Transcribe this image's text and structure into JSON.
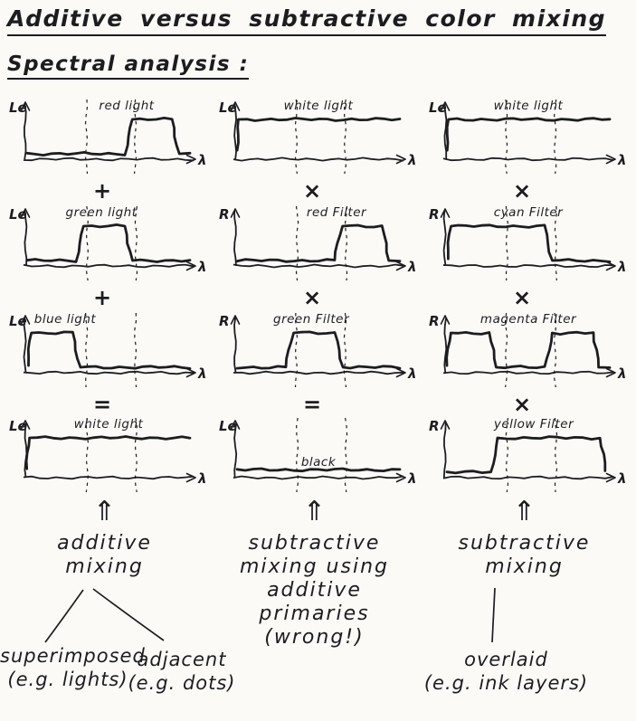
{
  "title": "Additive versus subtractive color mixing",
  "subtitle": "Spectral analysis :",
  "lambda_symbol": "λ",
  "arrow_symbol": "⇑",
  "ink_color": "#1d1d1f",
  "columns": [
    {
      "name": "additive mixing",
      "plots": [
        {
          "axis_label": "Le",
          "curve_label": "red light",
          "wave": "band-right"
        },
        {
          "axis_label": "Le",
          "curve_label": "green light",
          "wave": "band-middle"
        },
        {
          "axis_label": "Le",
          "curve_label": "blue light",
          "wave": "band-left"
        },
        {
          "axis_label": "Le",
          "curve_label": "white light",
          "wave": "flat-high"
        }
      ],
      "operators": [
        "+",
        "+",
        "="
      ],
      "caption_lines": [
        "additive",
        "mixing"
      ],
      "footnotes": [
        {
          "lines": [
            "superimposed",
            "(e.g. lights)"
          ]
        },
        {
          "lines": [
            "adjacent",
            "(e.g. dots)"
          ]
        }
      ]
    },
    {
      "name": "subtractive mixing using additive primaries",
      "plots": [
        {
          "axis_label": "Le",
          "curve_label": "white light",
          "wave": "flat-high"
        },
        {
          "axis_label": "R",
          "curve_label": "red Filter",
          "wave": "band-right"
        },
        {
          "axis_label": "R",
          "curve_label": "green Filter",
          "wave": "band-middle"
        },
        {
          "axis_label": "Le",
          "curve_label": "black",
          "wave": "flat-low"
        }
      ],
      "operators": [
        "×",
        "×",
        "="
      ],
      "caption_lines": [
        "subtractive",
        "mixing using",
        "additive primaries",
        "(wrong!)"
      ],
      "footnotes": []
    },
    {
      "name": "subtractive mixing",
      "plots": [
        {
          "axis_label": "Le",
          "curve_label": "white light",
          "wave": "flat-high"
        },
        {
          "axis_label": "R",
          "curve_label": "cyan Filter",
          "wave": "band-left23"
        },
        {
          "axis_label": "R",
          "curve_label": "magenta Filter",
          "wave": "band-outer"
        },
        {
          "axis_label": "R",
          "curve_label": "yellow Filter",
          "wave": "band-right23"
        }
      ],
      "operators": [
        "×",
        "×",
        "×"
      ],
      "caption_lines": [
        "subtractive",
        "mixing"
      ],
      "footnotes": [
        {
          "lines": [
            "overlaid",
            "(e.g. ink layers)"
          ]
        }
      ]
    }
  ]
}
